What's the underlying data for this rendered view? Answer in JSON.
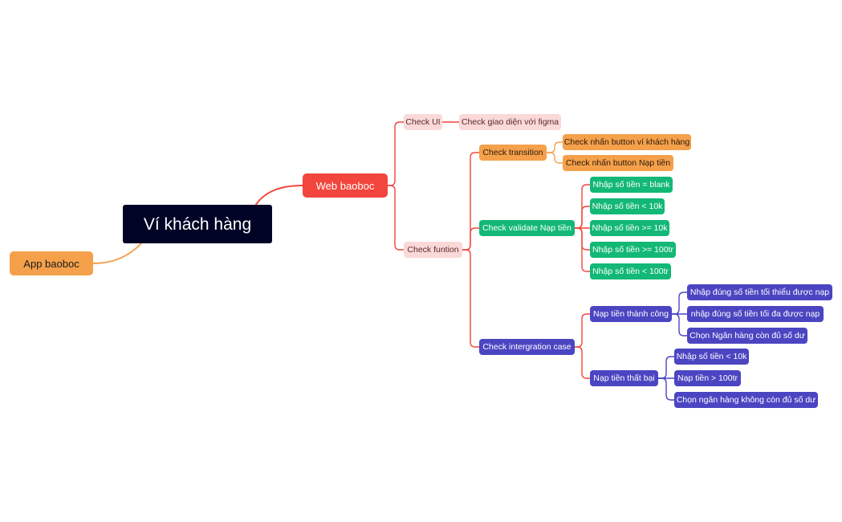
{
  "diagram": {
    "root": {
      "label": "Ví khách hàng"
    },
    "app": {
      "label": "App baoboc"
    },
    "web": {
      "label": "Web baoboc",
      "check_ui": {
        "label": "Check UI",
        "child": "Check giao diện với figma"
      },
      "check_function": {
        "label": "Check funtion",
        "transition": {
          "label": "Check transition",
          "items": [
            "Check nhấn button ví khách hàng",
            "Check nhấn button Nạp tiền"
          ]
        },
        "validate": {
          "label": "Check validate Nạp tiền",
          "items": [
            "Nhập số tiền = blank",
            "Nhập số tiền < 10k",
            "Nhập số tiền >= 10k",
            "Nhập số tiền >= 100tr",
            "Nhập số tiền < 100tr"
          ]
        },
        "integration": {
          "label": "Check intergration case",
          "success": {
            "label": "Nạp tiền thành công",
            "items": [
              "Nhập đúng số tiền tối thiểu được nạp",
              "nhập đúng số tiền tối đa được nạp",
              "Chọn Ngân hàng còn đủ số dư"
            ]
          },
          "failure": {
            "label": "Nạp tiền thất bại",
            "items": [
              "Nhập số tiền < 10k",
              "Nạp tiền > 100tr",
              "Chọn ngân hàng không còn đủ số dư"
            ]
          }
        }
      }
    }
  },
  "colors": {
    "root": "#000326",
    "red": "#f2453d",
    "orange": "#f5a04a",
    "pink": "#fbd9d9",
    "green": "#13b876",
    "purple": "#4c45c2"
  }
}
